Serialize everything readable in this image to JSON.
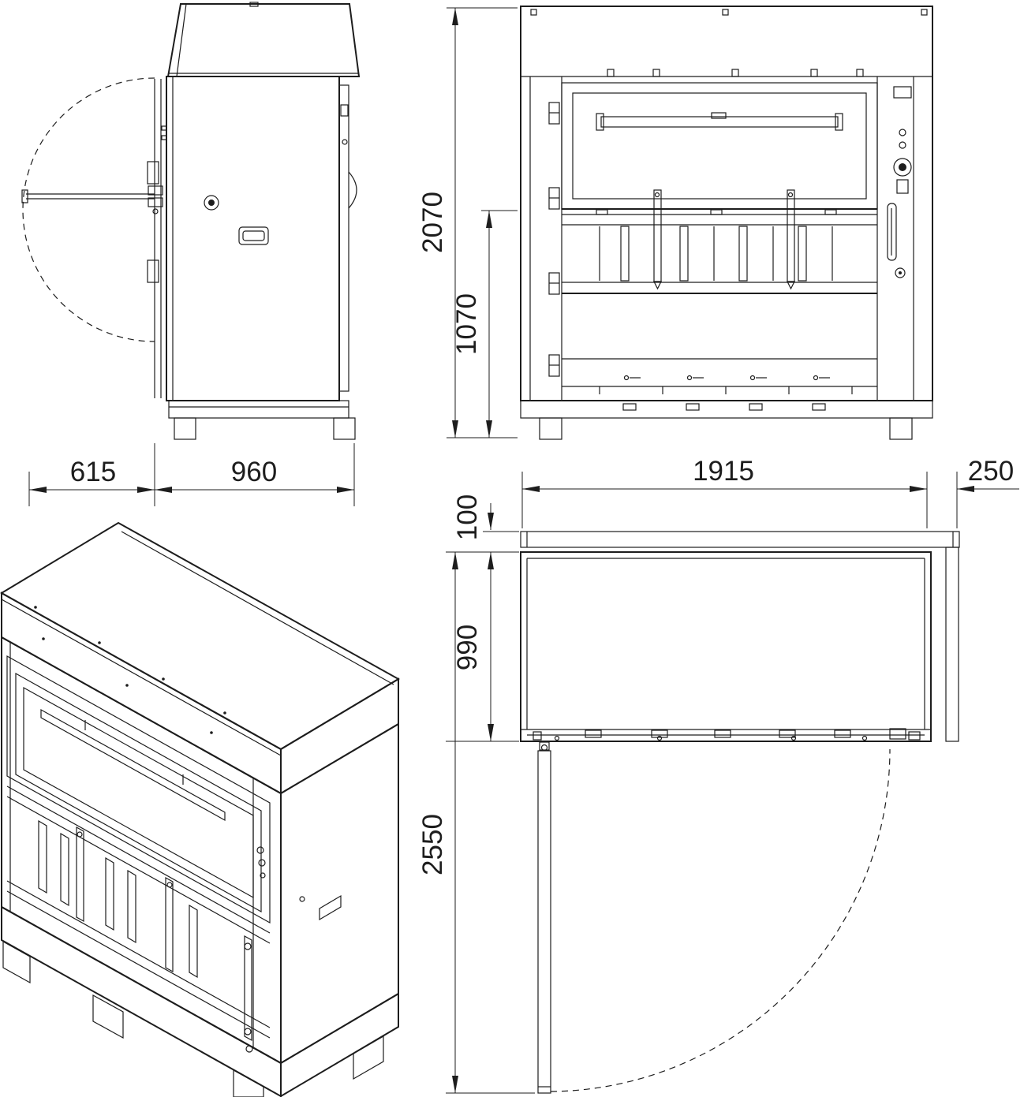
{
  "style": {
    "line_color": "#1d1d1d",
    "background": "#ffffff"
  },
  "dims": {
    "side_door_clearance": "615",
    "side_depth": "960",
    "front_total_height": "2070",
    "front_opening_height": "1070",
    "plan_width": "1915",
    "plan_side_clearance": "250",
    "plan_rear_clearance": "100",
    "plan_depth": "990",
    "plan_depth_door_open": "2550"
  }
}
